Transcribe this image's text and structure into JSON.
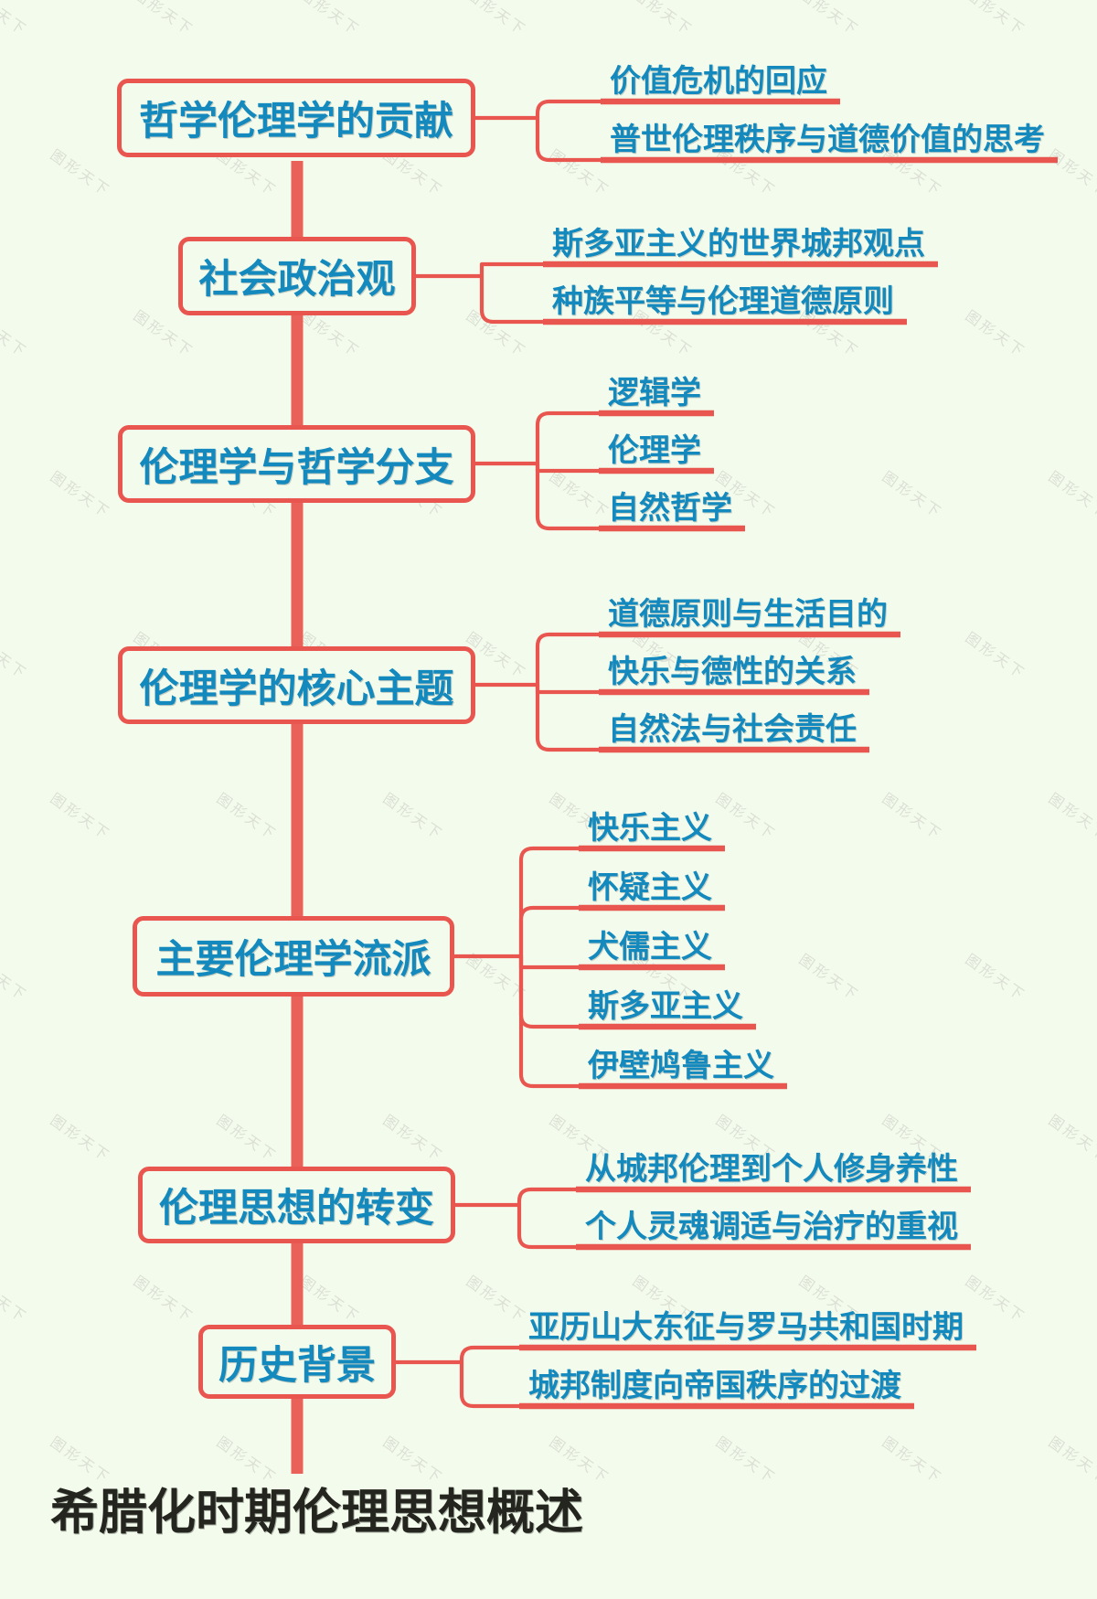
{
  "title": "希腊化时期伦理思想概述",
  "watermark_text": "图形天下",
  "colors": {
    "red_line": "#e8564f",
    "spine_red": "#ea6159",
    "blue_text": "#1489bd",
    "background": "#f3fcec",
    "title_text": "#25251f",
    "watermark": "#c9c9c3"
  },
  "sections": [
    {
      "label": "哲学伦理学的贡献",
      "children": [
        "价值危机的回应",
        "普世伦理秩序与道德价值的思考"
      ]
    },
    {
      "label": "社会政治观",
      "children": [
        "斯多亚主义的世界城邦观点",
        "种族平等与伦理道德原则"
      ]
    },
    {
      "label": "伦理学与哲学分支",
      "children": [
        "逻辑学",
        "伦理学",
        "自然哲学"
      ]
    },
    {
      "label": "伦理学的核心主题",
      "children": [
        "道德原则与生活目的",
        "快乐与德性的关系",
        "自然法与社会责任"
      ]
    },
    {
      "label": "主要伦理学流派",
      "children": [
        "快乐主义",
        "怀疑主义",
        "犬儒主义",
        "斯多亚主义",
        "伊壁鸠鲁主义"
      ]
    },
    {
      "label": "伦理思想的转变",
      "children": [
        "从城邦伦理到个人修身养性",
        "个人灵魂调适与治疗的重视"
      ]
    },
    {
      "label": "历史背景",
      "children": [
        "亚历山大东征与罗马共和国时期",
        "城邦制度向帝国秩序的过渡"
      ]
    }
  ]
}
